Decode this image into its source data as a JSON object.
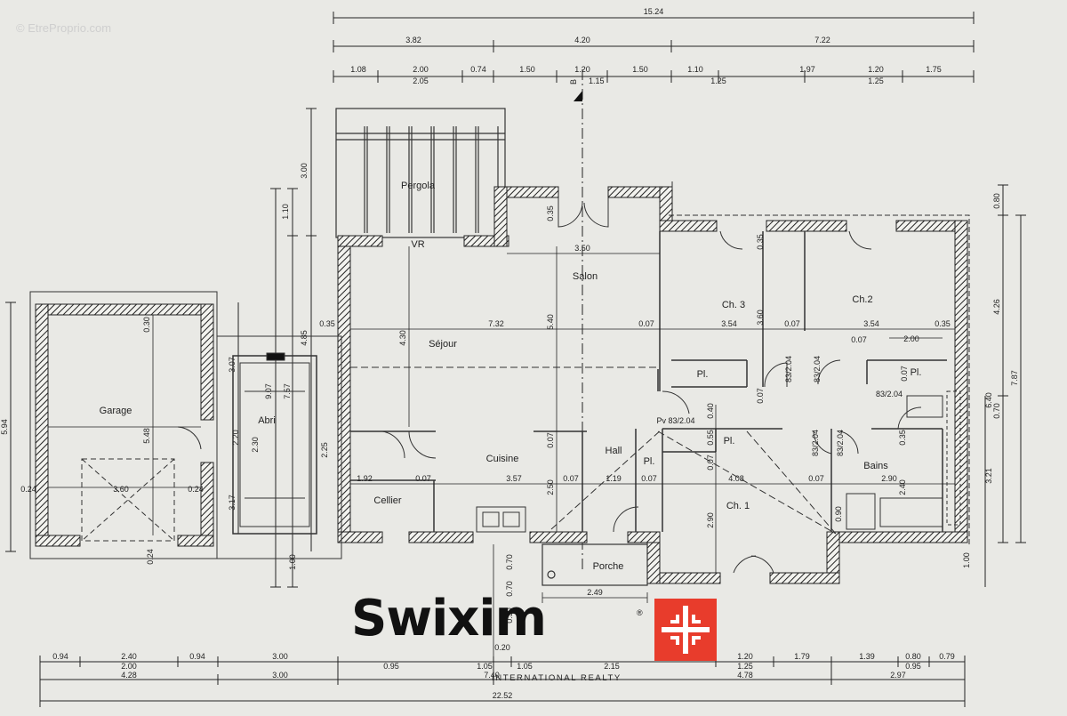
{
  "watermark": "© EtreProprio.com",
  "brand": {
    "name": "Swixim",
    "registered": "®",
    "tagline": "INTERNATIONAL REALTY",
    "accent_color": "#e83c2c",
    "flag_icon": "red-square-with-white-arrows"
  },
  "section_marker": "B",
  "rooms": {
    "pergola": "Pergola",
    "vr": "VR",
    "salon": "Salon",
    "sejour": "Séjour",
    "ch3": "Ch. 3",
    "ch2": "Ch.2",
    "garage": "Garage",
    "abri": "Abri",
    "cuisine": "Cuisine",
    "hall": "Hall",
    "bains": "Bains",
    "cellier": "Cellier",
    "ch1": "Ch. 1",
    "porche": "Porche",
    "pl1": "Pl.",
    "pl2": "Pl.",
    "pl3": "Pl.",
    "pl4": "Pl."
  },
  "dimensions_top": {
    "overall": "15.24",
    "row2": [
      "3.82",
      "4.20",
      "7.22"
    ],
    "row3": [
      "1.08",
      "2.00",
      "0.74",
      "1.50",
      "1.20",
      "1.50",
      "1.10",
      "1.97",
      "1.20",
      "1.75"
    ],
    "row3b": [
      "2.05",
      "1.25",
      "1.25"
    ],
    "marker_sub": "1.15"
  },
  "dimensions_bottom": {
    "row1": [
      "0.94",
      "2.40",
      "0.94",
      "3.00",
      "0.20",
      "1.20",
      "1.79",
      "1.39",
      "0.80",
      "0.79"
    ],
    "row1b": [
      "2.00",
      "0.95",
      "1.05",
      "1.05",
      "2.15",
      "1.25",
      "0.95"
    ],
    "row2": [
      "4.28",
      "3.00",
      "7.40",
      "4.78",
      "2.97"
    ],
    "overall": "22.52",
    "porche_width": "2.49"
  },
  "dimensions_interior": {
    "sejour_width": "7.32",
    "sejour_depth": "4.30",
    "salon_width": "3.50",
    "salon_gap": "0.35",
    "salon_depth": "5.40",
    "ch3_width": "3.54",
    "ch3_depth": "3.60",
    "ch2_width": "3.54",
    "w035_a": "0.35",
    "w035_b": "0.35",
    "w035_c": "0.35",
    "w007_a": "0.07",
    "w007_b": "0.07",
    "w007_c": "0.07",
    "w007_d": "0.07",
    "w007_e": "0.07",
    "w007_f": "0.07",
    "w007_g": "0.07",
    "w007_h": "0.07",
    "w007_i": "0.07",
    "w007_j": "0.07",
    "w007_k": "0.07",
    "ch2_pl": "2.00",
    "door_a": "83/2.04",
    "door_b": "83/2.04",
    "door_c": "83/2.04",
    "door_d": "83/2.04",
    "door_e": "83/2.04",
    "door_f": "Pv 83/2.04",
    "cellier_width": "1.92",
    "cuisine_width": "3.57",
    "hall_width": "1.19",
    "ch1_width": "4.08",
    "bains_width": "2.90",
    "cuisine_depth": "2.50",
    "ch1_depth": "2.90",
    "hall_gap": "0.55",
    "hall_gap2": "0.40",
    "bains_small": "0.90",
    "bains_depth": "2.40",
    "garage_width": "3.60",
    "garage_wall_l": "0.24",
    "garage_wall_r": "0.24",
    "garage_depth": "5.48",
    "garage_top": "0.30",
    "garage_bottom": "0.24",
    "abri_width": "2.30",
    "abri_depth1": "9.07",
    "abri_depth2": "7.57",
    "abri_small": "3.17",
    "abri_side": "2.20",
    "abri_side2": "2.25",
    "sejour_left_wall": "0.35",
    "porche_vert": "0.70",
    "porche_vert2": "0.70",
    "porche_vert3": "0.30"
  },
  "dimensions_side_left": {
    "pergola_depth": "3.00",
    "vr_depth": "1.10",
    "sejour_depth": "4.85",
    "garage_total": "5.94",
    "garage_offset": "3.07",
    "bottom_offset": "1.00"
  },
  "dimensions_side_right": {
    "top": "0.80",
    "upper": "4.26",
    "total1": "6.40",
    "total2": "0.70",
    "total3": "7.87",
    "lower": "3.21",
    "bottom": "1.00"
  }
}
